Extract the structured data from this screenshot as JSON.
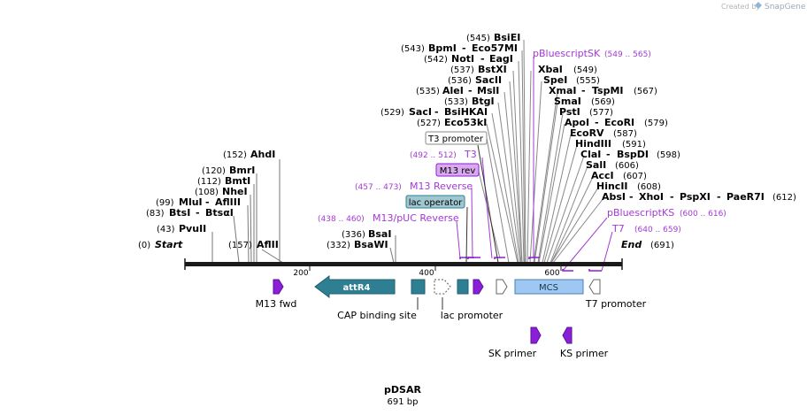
{
  "credit": {
    "prefix": "Created by",
    "brand": "SnapGene"
  },
  "plasmid": {
    "name": "pDSAR",
    "length_label": "691 bp",
    "length_bp": 691
  },
  "ends": {
    "start": {
      "pos": "(0)",
      "label": "Start"
    },
    "end": {
      "pos": "(691)",
      "label": "End"
    }
  },
  "ruler": {
    "ticks": [
      "200",
      "400",
      "600"
    ]
  },
  "left_sites": [
    {
      "pos": "(152)",
      "name": "AhdI"
    },
    {
      "pos": "(120)",
      "name": "BmrI"
    },
    {
      "pos": "(112)",
      "name": "BmtI"
    },
    {
      "pos": "(108)",
      "name": "NheI"
    },
    {
      "pos": "(99)",
      "name": "MluI",
      "alt": "AflIII"
    },
    {
      "pos": "(83)",
      "name": "BtsI",
      "alt": "BtsαI"
    },
    {
      "pos": "(43)",
      "name": "PvuII"
    },
    {
      "pos": "(157)",
      "name": "AflII"
    },
    {
      "pos": "(336)",
      "name": "BsaI"
    },
    {
      "pos": "(332)",
      "name": "BsaWI"
    }
  ],
  "right_left_sites": [
    {
      "pos": "(545)",
      "name": "BsiEI"
    },
    {
      "pos": "(543)",
      "name": "BpmI",
      "alt": "Eco57MI"
    },
    {
      "pos": "(542)",
      "name": "NotI",
      "alt": "EagI"
    },
    {
      "pos": "(537)",
      "name": "BstXI"
    },
    {
      "pos": "(536)",
      "name": "SacII"
    },
    {
      "pos": "(535)",
      "name": "AleI",
      "alt": "MslI"
    },
    {
      "pos": "(533)",
      "name": "BtgI"
    },
    {
      "pos": "(529)",
      "name": "SacI",
      "alt": "BsiHKAI"
    },
    {
      "pos": "(527)",
      "name": "Eco53kI"
    }
  ],
  "right_right_sites": [
    {
      "name": "XbaI",
      "pos": "(549)"
    },
    {
      "name": "SpeI",
      "pos": "(555)"
    },
    {
      "name": "XmaI",
      "alt": "TspMI",
      "pos": "(567)"
    },
    {
      "name": "SmaI",
      "pos": "(569)"
    },
    {
      "name": "PstI",
      "pos": "(577)"
    },
    {
      "name": "ApoI",
      "alt": "EcoRI",
      "pos": "(579)"
    },
    {
      "name": "EcoRV",
      "pos": "(587)"
    },
    {
      "name": "HindIII",
      "pos": "(591)"
    },
    {
      "name": "ClaI",
      "alt": "BspDI",
      "pos": "(598)"
    },
    {
      "name": "SalI",
      "pos": "(606)"
    },
    {
      "name": "AccI",
      "pos": "(607)"
    },
    {
      "name": "HincII",
      "pos": "(608)"
    },
    {
      "name": "AbsI",
      "alt": "XhoI",
      "alt2": "PspXI",
      "alt3": "PaeR7I",
      "pos": "(612)"
    }
  ],
  "primer_binding": [
    {
      "name": "pBluescriptSK",
      "range": "(549 .. 565)"
    },
    {
      "name": "T3",
      "range": "(492 .. 512)"
    },
    {
      "name": "M13 Reverse",
      "range": "(457 .. 473)"
    },
    {
      "name": "M13/pUC Reverse",
      "range": "(438 .. 460)"
    },
    {
      "name": "pBluescriptKS",
      "range": "(600 .. 616)"
    },
    {
      "name": "T7",
      "range": "(640 .. 659)"
    }
  ],
  "boxed_features": [
    {
      "name": "T3 promoter"
    },
    {
      "name": "M13 rev"
    },
    {
      "name": "lac operator"
    }
  ],
  "features": [
    {
      "name": "attR4"
    },
    {
      "name": "MCS"
    },
    {
      "name": "M13 fwd"
    },
    {
      "name": "CAP binding site"
    },
    {
      "name": "lac promoter"
    },
    {
      "name": "T7 promoter"
    },
    {
      "name": "SK primer"
    },
    {
      "name": "KS primer"
    }
  ],
  "colors": {
    "backbone": "#1a1a1a",
    "teal": "#2f7f93",
    "purple": "#8b1fd8",
    "primer_text": "#a23ad4",
    "mcs_fill": "#9ec8f2",
    "lac_operator_fill": "#9fc7d0",
    "m13_rev_fill": "#d9a8ee"
  }
}
